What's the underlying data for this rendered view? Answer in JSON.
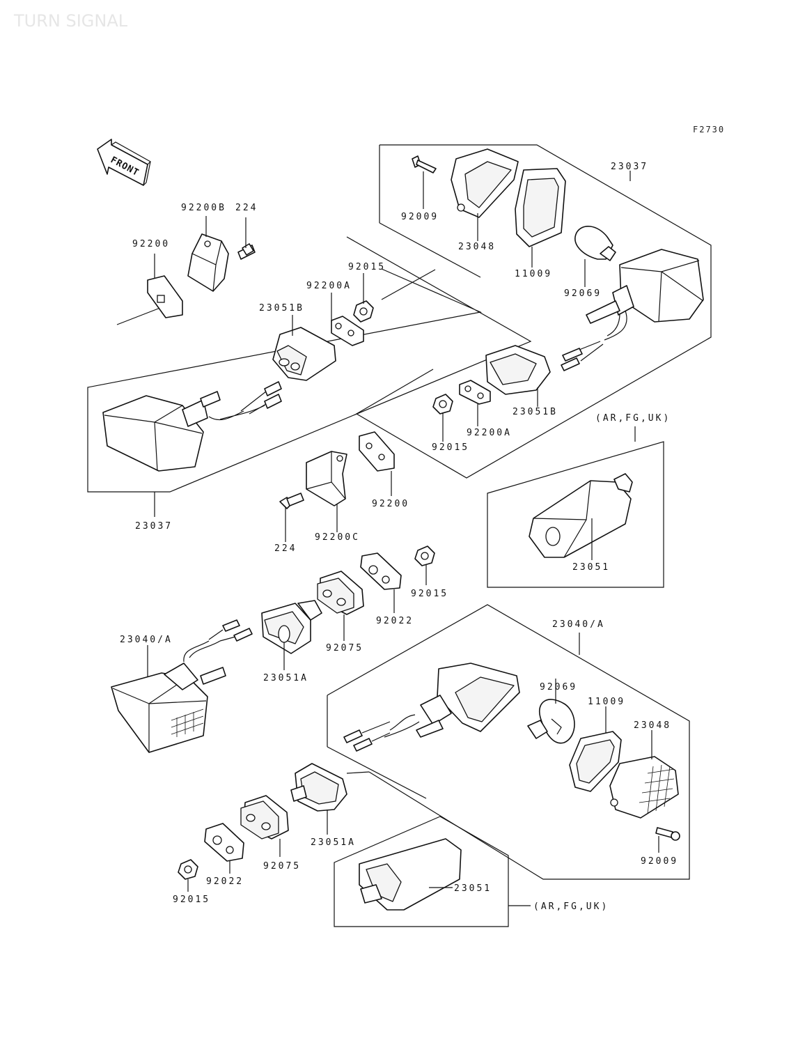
{
  "title": "TURN SIGNAL",
  "figure_ref": "F2730",
  "front_label": "FRONT",
  "labels": {
    "p23037_top": "23037",
    "p92009_top": "92009",
    "p23048_top": "23048",
    "p11009_top": "11009",
    "p92069_top": "92069",
    "p92200B": "92200B",
    "p224_top": "224",
    "p92200_left": "92200",
    "p92015_a": "92015",
    "p92200A_a": "92200A",
    "p23051B_a": "23051B",
    "p23051B_b": "23051B",
    "p92015_b": "92015",
    "p92200A_b": "92200A",
    "p23037_left": "23037",
    "p92200_mid": "92200",
    "p224_mid": "224",
    "p92200C": "92200C",
    "ar_fg_uk_top": "(AR,FG,UK)",
    "p23051_top": "23051",
    "p92015_c": "92015",
    "p92022_a": "92022",
    "p92075_a": "92075",
    "p23051A_a": "23051A",
    "p23040A_left": "23040/A",
    "p23040A_right": "23040/A",
    "p92069_bot": "92069",
    "p11009_bot": "11009",
    "p23048_bot": "23048",
    "p92009_bot": "92009",
    "p23051A_b": "23051A",
    "p92075_b": "92075",
    "p92022_b": "92022",
    "p92015_d": "92015",
    "p23051_bot": "23051",
    "ar_fg_uk_bot": "(AR,FG,UK)"
  }
}
